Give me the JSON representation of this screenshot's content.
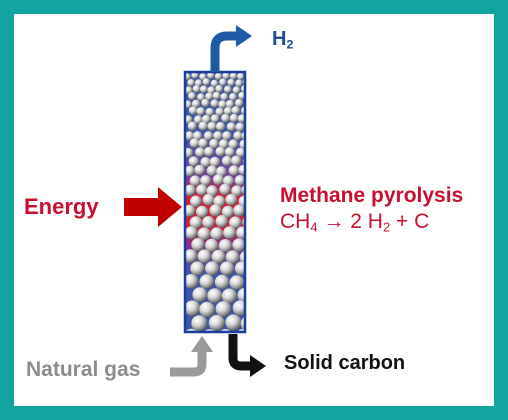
{
  "labels": {
    "h2": {
      "main": "H",
      "sub": "2"
    },
    "energy": "Energy",
    "reaction_title": "Methane pyrolysis",
    "reaction_equation": {
      "reactant": "CH",
      "reactant_sub": "4",
      "arrow": " → 2 H",
      "product_sub": "2",
      "rest": " + C"
    },
    "natural_gas": "Natural gas",
    "solid_carbon": "Solid carbon"
  },
  "colors": {
    "background_frame": "#13a3a0",
    "reactor_outline": "#1a3d9e",
    "reactor_fill_blue": "#3c57a8",
    "hot_zone_red": "#e8192b",
    "energy_arrow": "#c00000",
    "h2_arrow": "#1f5aa6",
    "natural_gas_arrow": "#9a9a9a",
    "solid_carbon_arrow": "#111111"
  },
  "icons": {
    "h2_outlet": "curved-up-right-arrow-icon",
    "energy_input": "right-arrow-icon",
    "gas_inlet": "curved-up-arrow-icon",
    "carbon_outlet": "curved-down-right-arrow-icon"
  }
}
